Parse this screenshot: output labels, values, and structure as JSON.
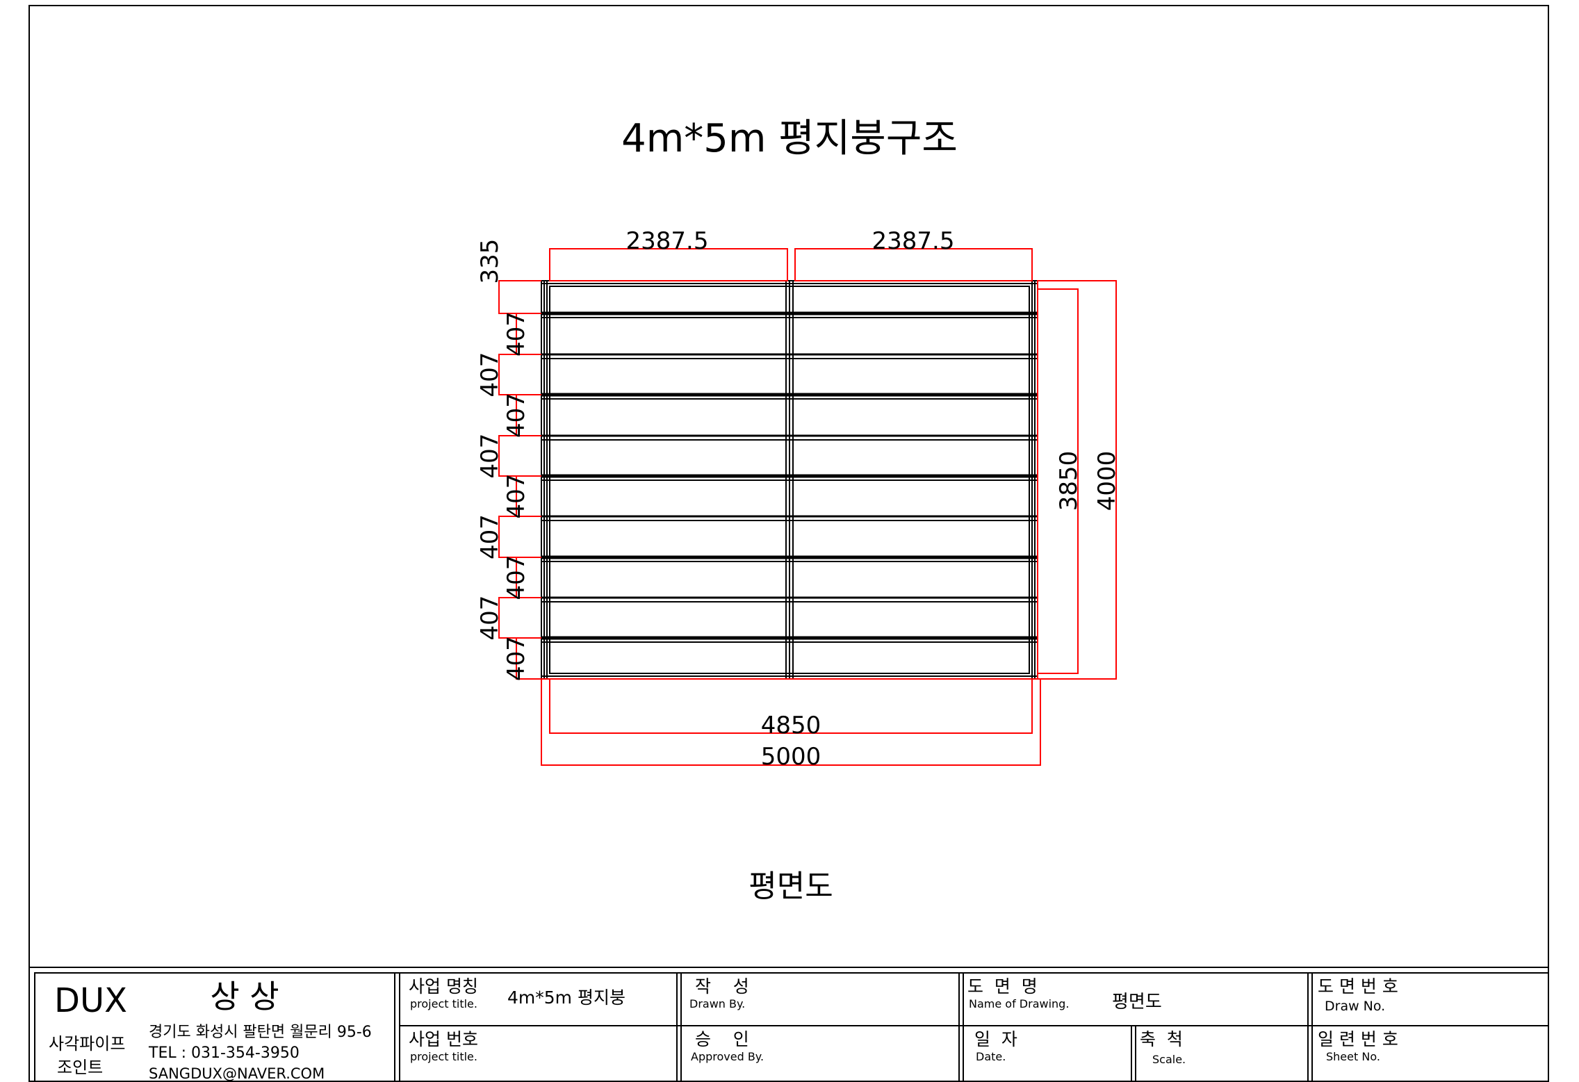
{
  "drawing": {
    "title": "4m*5m 평지붕구조",
    "view_name": "평면도"
  },
  "dimensions": {
    "top_left": "2387.5",
    "top_right": "2387.5",
    "left_first": "335",
    "left_spacing": "407",
    "right_inner": "3850",
    "right_outer": "4000",
    "bottom_inner": "4850",
    "bottom_outer": "5000"
  },
  "title_block": {
    "company": {
      "brand": "DUX",
      "name": "상 상",
      "product_line1": "사각파이프",
      "product_line2": "조인트",
      "address": "경기도 화성시 팔탄면 월문리 95-6",
      "tel": "TEL : 031-354-3950",
      "email": "SANGDUX@NAVER.COM"
    },
    "project_name_ko": "사업 명칭",
    "project_name_en": "project title.",
    "project_name_value": "4m*5m 평지붕",
    "project_no_ko": "사업 번호",
    "project_no_en": "project title.",
    "drawn_ko": "작    성",
    "drawn_en": "Drawn By.",
    "approved_ko": "승    인",
    "approved_en": "Approved By.",
    "drawing_name_ko": "도  면  명",
    "drawing_name_en": "Name of Drawing.",
    "drawing_name_value": "평면도",
    "date_ko": "일  자",
    "date_en": "Date.",
    "scale_ko": "축  척",
    "scale_en": "Scale.",
    "draw_no_ko": "도 면 번 호",
    "draw_no_en": "Draw No.",
    "sheet_no_ko": "일 련 번 호",
    "sheet_no_en": "Sheet No."
  },
  "colors": {
    "dimension_line": "#ff0000",
    "structure_line": "#000000"
  }
}
